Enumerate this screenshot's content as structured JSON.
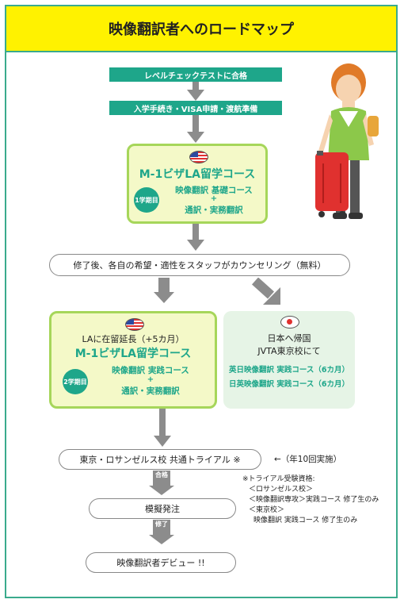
{
  "header": {
    "title": "映像翻訳者へのロードマップ"
  },
  "steps": {
    "level_check": "レベルチェックテストに合格",
    "procedures": "入学手続き・VISA申請・渡航準備"
  },
  "course1": {
    "title": "M-1ビザLA留学コース",
    "semester": "1学期目",
    "line1": "映像翻訳 基礎コース",
    "plus": "+",
    "line2": "通訳・実務翻訳"
  },
  "counseling": "修了後、各自の希望・適性をスタッフがカウンセリング（無料）",
  "course2": {
    "header": "LAに在留延長（+5カ月）",
    "title": "M-1ビザLA留学コース",
    "semester": "2学期目",
    "line1": "映像翻訳 実践コース",
    "plus": "+",
    "line2": "通訳・実務翻訳"
  },
  "japan": {
    "line1": "日本へ帰国",
    "line2": "JVTA東京校にて",
    "course1": "英日映像翻訳 実践コース（6カ月）",
    "course2": "日英映像翻訳 実践コース（6カ月）"
  },
  "trial": {
    "label": "東京・ロサンゼルス校 共通トライアル ※",
    "annual": "←（年10回実施）"
  },
  "pass_label": "合格",
  "order": "模擬発注",
  "complete_label": "修了",
  "debut": "映像翻訳者デビュー !!",
  "notes": {
    "title": "※トライアル受験資格:",
    "la_school": "＜ロサンゼルス校＞",
    "la_req": "＜映像翻訳専攻＞実践コース 修了生のみ",
    "tokyo_school": "＜東京校＞",
    "tokyo_req": "映像翻訳 実践コース 修了生のみ"
  },
  "colors": {
    "accent": "#1ea68a",
    "header_bg": "#fff200",
    "box_bg": "#f4f9c8",
    "box_border": "#a6d65a",
    "arrow": "#8c8c8c"
  },
  "icons": [
    "us-flag-icon",
    "japan-flag-icon",
    "traveler-illustration"
  ]
}
